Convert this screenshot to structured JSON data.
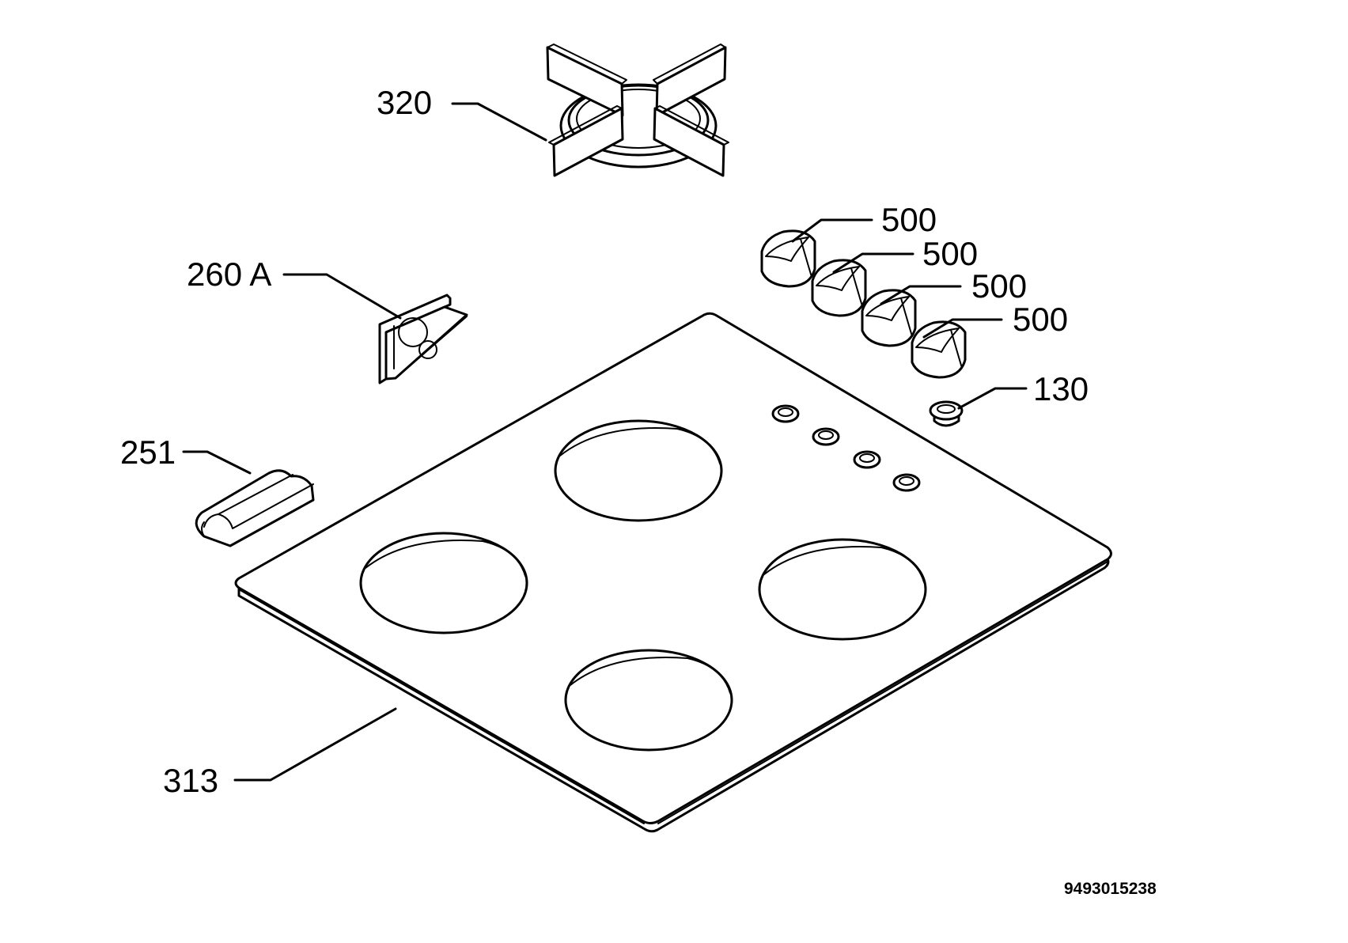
{
  "labels": {
    "pan_support": "320",
    "knobs": [
      "500",
      "500",
      "500",
      "500"
    ],
    "bracket": "260 A",
    "clip": "251",
    "grommet": "130",
    "hob_top": "313"
  },
  "document_number": "9493015238",
  "colors": {
    "ink": "#000000",
    "paper": "#ffffff"
  }
}
